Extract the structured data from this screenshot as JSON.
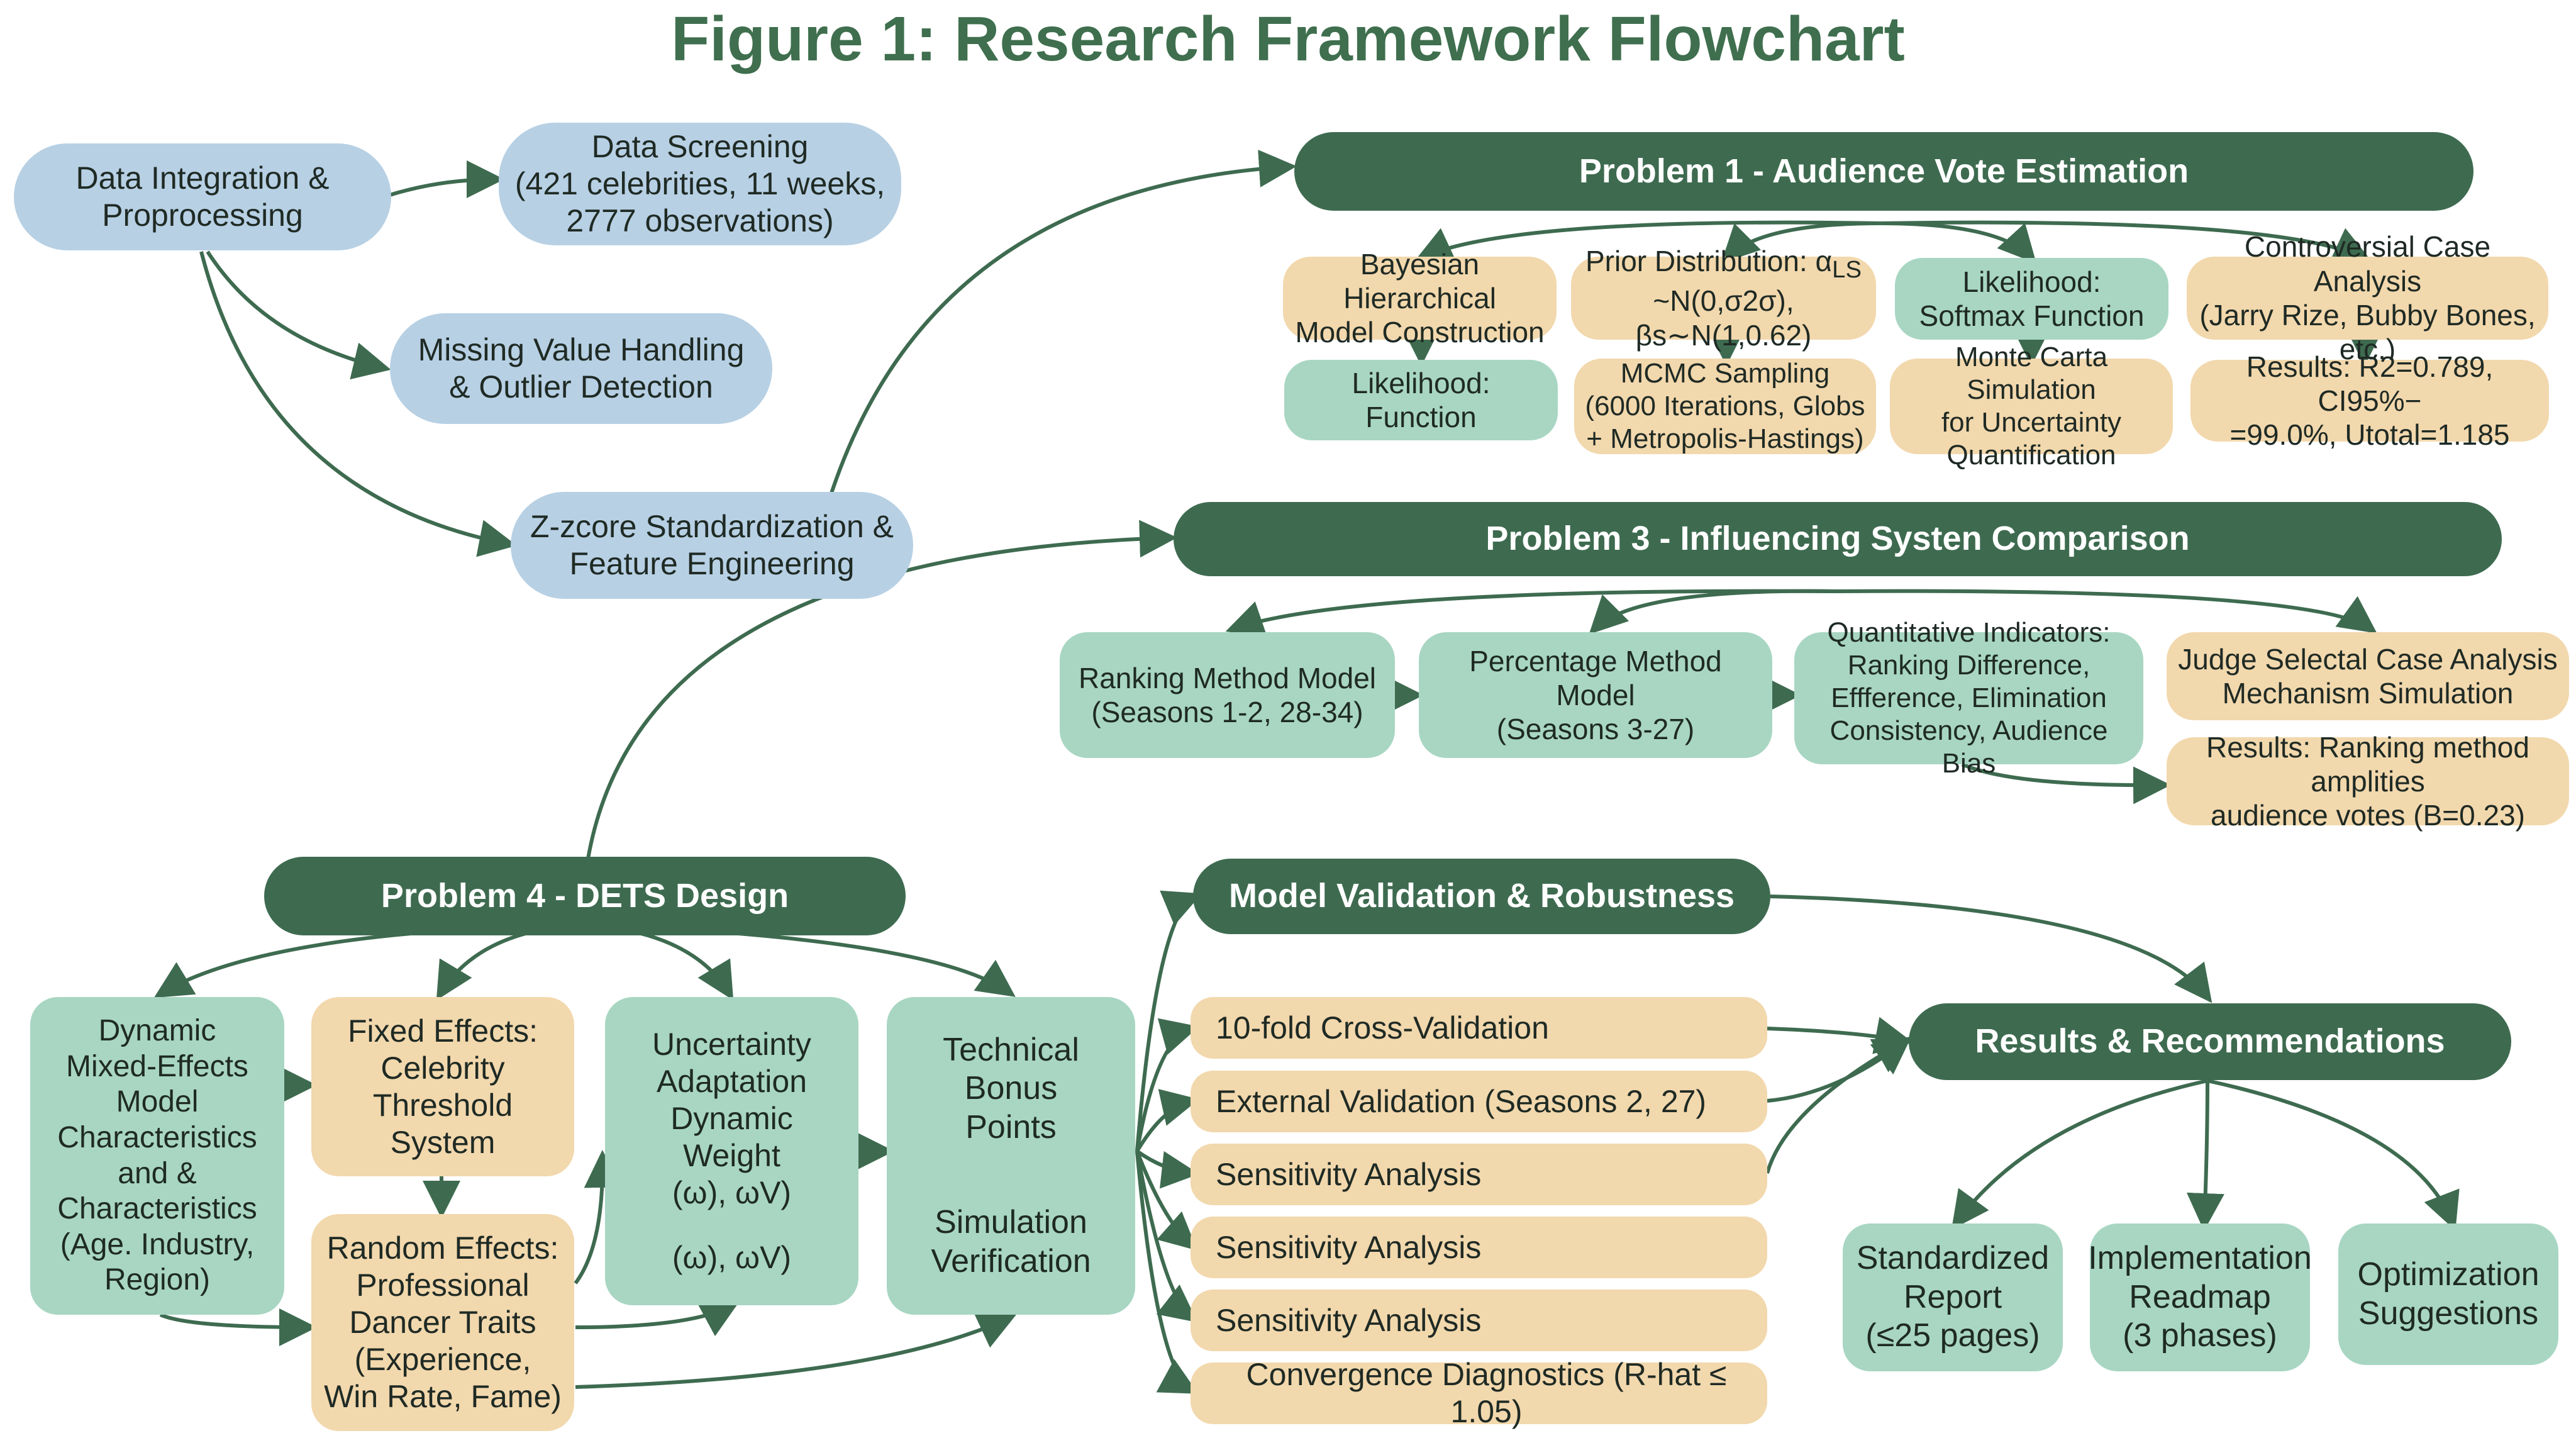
{
  "title": "Figure 1: Research Framework Flowchart",
  "preprocessing": {
    "integration": "Data Integration &\nProprocessing",
    "screening": "Data Screening\n(421 celebrities, 11 weeks,\n2777 observations)",
    "missing": "Missing Value Handling\n& Outlier Detection",
    "zscore": "Z-zcore Standardization &\nFeature Engineering"
  },
  "problem1": {
    "header": "Problem 1 - Audience Vote Estimation",
    "bayesian": "Bayesian Hierarchical\nModel Construction",
    "likelihood_function": "Likelihood:\nFunction",
    "prior": "Prior Distribution: α",
    "prior_sub": "LS",
    "prior_line2": "~N(0,σ2σ), βs∼N(1,0.62)",
    "mcmc": "MCMC Sampling\n(6000 Iterations, Globs\n+ Metropolis-Hastings)",
    "softmax": "Likelihood:\nSoftmax Function",
    "monte_carlo": "Monte Carta Simulation\nfor Uncertainty\nQuantification",
    "controversial": "Controversial Case Analysis\n(Jarry Rize, Bubby Bones, etc.)",
    "results": "Results: R2=0.789, CI95%−\n=99.0%, Utotal=1.185"
  },
  "problem3": {
    "header": "Problem 3 - Influencing Systen Comparison",
    "ranking": "Ranking Method Model\n(Seasons 1-2, 28-34)",
    "percentage": "Percentage Method Model\n(Seasons 3-27)",
    "indicators": "Quantitative Indicators:\nRanking Difference,\nEffference, Elimination\nConsistency, Audience Bias",
    "judge": "Judge Selectal Case Analysis\nMechanism Simulation",
    "results": "Results: Ranking method amplities\naudience votes (B=0.23)"
  },
  "problem4": {
    "header": "Problem 4 - DETS Design",
    "dynamic": "Dynamic\nMixed-Effects\nModel\nCharacteristics\nand &\nCharacteristics\n(Age. Industry,\nRegion)",
    "fixed": "Fixed Effects:\nCelebrity\nThreshold\nSystem",
    "random": "Random Effects:\nProfessional\nDancer Traits\n(Experience,\nWin Rate, Fame)",
    "uncertainty": "Uncertainty\nAdaptation\nDynamic\nWeight\n(ω), ωV)",
    "uncertainty_extra": "(ω), ωV)",
    "technical": "Technical\nBonus\nPoints",
    "simulation": "Simulation\nVerification"
  },
  "validation": {
    "header": "Model Validation & Robustness",
    "items": [
      "10-fold Cross-Validation",
      "External Validation (Seasons 2, 27)",
      "Sensitivity Analysis",
      "Sensitivity Analysis",
      "Sensitivity Analysis",
      "Convergence Diagnostics (R-hat ≤ 1.05)"
    ]
  },
  "results": {
    "header": "Results & Recommendations",
    "report": "Standardized\nReport\n(≤25 pages)",
    "roadmap": "Implementation\nReadmap\n(3 phases)",
    "suggestions": "Optimization\nSuggestions"
  },
  "colors": {
    "header_green": "#3e6b50",
    "title_green": "#3f6f4e",
    "blue_box": "#b7d0e4",
    "mint_box": "#a8d6c3",
    "orange_box": "#f2d8ad"
  }
}
